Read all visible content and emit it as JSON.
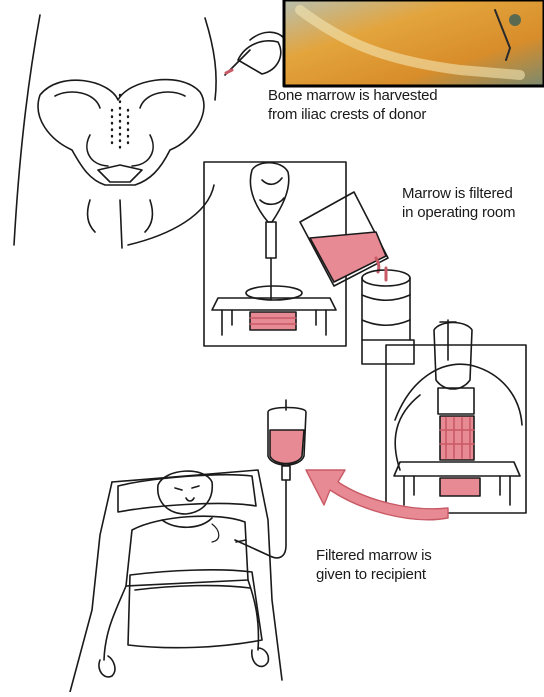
{
  "captions": {
    "step1": {
      "line1": "Bone marrow is harvested",
      "line2": "from iliac crests of donor"
    },
    "step2": {
      "line1": "Marrow is filtered",
      "line2": "in operating room"
    },
    "step3": {
      "line1": "Filtered marrow is",
      "line2": "given to recipient"
    }
  },
  "colors": {
    "marrow": "#e88a93",
    "marrow_dark": "#c85a66",
    "line": "#1a1a1a",
    "photo_orange": "#e0a23a",
    "photo_frame": "#000000"
  },
  "icons": {
    "harvest_needle": "syringe",
    "filter_plunger": "plunger",
    "transfer_arrow": "curved-arrow"
  }
}
